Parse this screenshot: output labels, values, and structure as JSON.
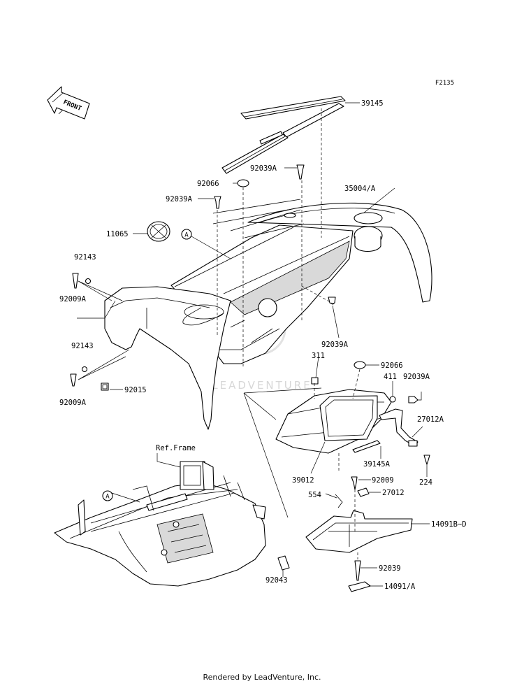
{
  "figure_code": "F2135",
  "front_label": "FRONT",
  "ref_frame_label": "Ref.Frame",
  "watermark": "LEADVENTURE",
  "footer_text": "Rendered by LeadVenture, Inc.",
  "callout_letter": "A",
  "parts": {
    "p39145": "39145",
    "p92039A_top": "92039A",
    "p92066_top": "92066",
    "p35004A": "35004/A",
    "p92039A_left": "92039A",
    "p11065": "11065",
    "p92143_top": "92143",
    "p92009A_top": "92009A",
    "p92039A_mid": "92039A",
    "p92143_bot": "92143",
    "p92009A_bot": "92009A",
    "p92015": "92015",
    "p311": "311",
    "p92066_box": "92066",
    "p411": "411",
    "p92039A_box": "92039A",
    "p27012A": "27012A",
    "p39145A": "39145A",
    "p224": "224",
    "p39012": "39012",
    "p92009": "92009",
    "p554": "554",
    "p27012": "27012",
    "p14091BD": "14091B~D",
    "p92039": "92039",
    "p92043": "92043",
    "p14091A": "14091/A"
  }
}
